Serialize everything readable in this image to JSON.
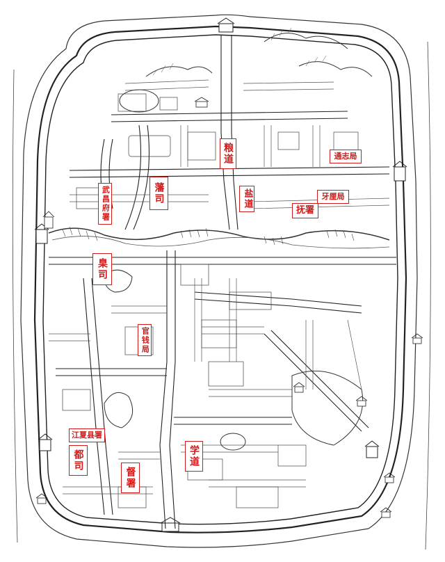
{
  "labels": {
    "wuchang_fu": "武昌府署",
    "fan_si": "藩司",
    "liang_dao": "粮道",
    "yan_dao": "盐道",
    "tongzhi_ju": "通志局",
    "yaliju": "牙厘局",
    "fu_shu": "抚署",
    "nie_si": "臬司",
    "guanqian_ju": "官钱局",
    "jiangxia_xian": "江夏县署",
    "du_si": "都司",
    "du_shu": "督署",
    "xue_dao": "学道"
  },
  "colors": {
    "label_red": "#d11a1a",
    "ink": "#222222",
    "paper": "#ffffff"
  }
}
